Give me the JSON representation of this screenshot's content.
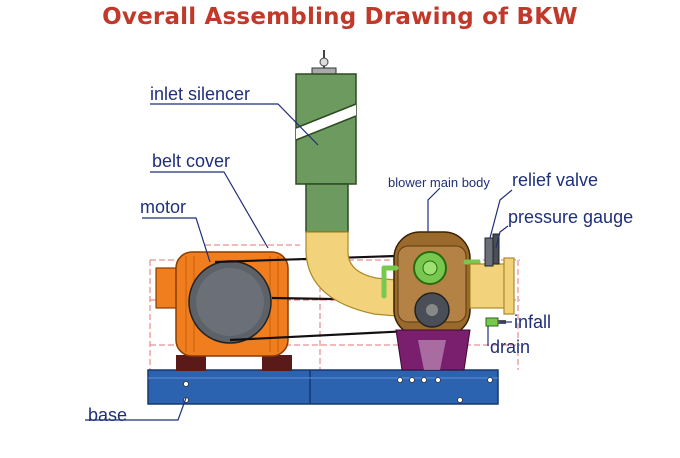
{
  "title": "Overall Assembling Drawing of BKW",
  "labels": {
    "inlet_silencer": "inlet silencer",
    "belt_cover": "belt cover",
    "motor": "motor",
    "blower_main_body": "blower main body",
    "relief_valve": "relief valve",
    "pressure_gauge": "pressure gauge",
    "infall": "infall",
    "drain": "drain",
    "base": "base"
  },
  "colors": {
    "title": "#c0392b",
    "label_text": "#1f2f7a",
    "silencer": "#6d9a5e",
    "elbow": "#f2d27a",
    "motor": "#f07d1e",
    "blower": "#9a6a2c",
    "base": "#2b63b0",
    "bracket": "#7a1e6e",
    "pipe_green": "#78c850",
    "guide_lines": "#e57373"
  }
}
